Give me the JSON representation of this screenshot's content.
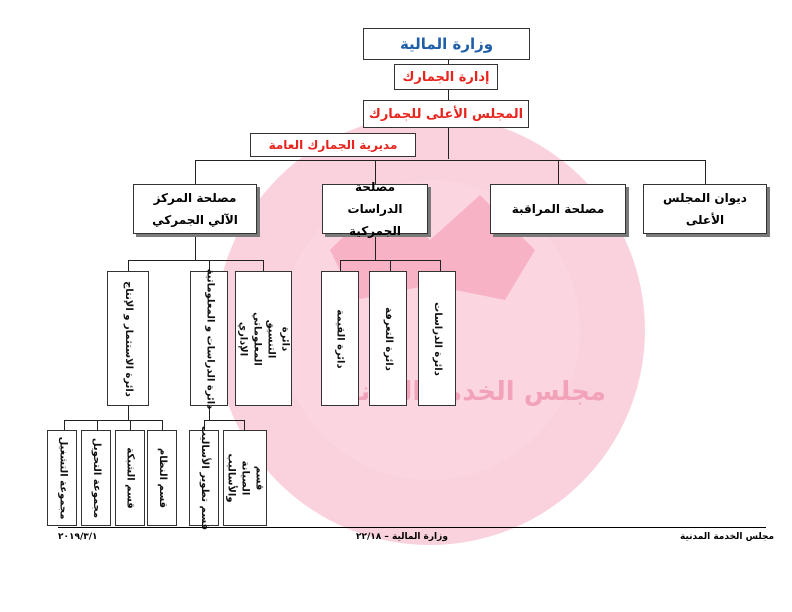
{
  "watermark": {
    "text": "مجلس الخدمة المدنية",
    "color": "#f6b7c8"
  },
  "chart": {
    "ministry": "وزارة المالية",
    "administration": "إدارة الجمارك",
    "council": "المجلس الأعلى للجمارك",
    "directorate": "مديرية الجمارك العامة",
    "departments": [
      "مصلحة المركز الآلي الجمركي",
      "مصلحة الدراسات الجمركية",
      "مصلحة المراقبة",
      "ديوان المجلس الأعلى"
    ],
    "divisions": [
      "دائرة الاستثمار و الإنتاج",
      "دائرة الدراسات و المعلوماتية",
      "دائرة التنسيق المعلوماتي الإداري",
      "دائرة القيمة",
      "دائرة التعرفة",
      "دائرة الدراسات"
    ],
    "sections": [
      "مجموعة التشغيل",
      "مجموعة التحويل",
      "قسم الشبكة",
      "قسم النظام",
      "قسم تطوير الأساليب",
      "قسم الصيانة والأساليب"
    ]
  },
  "footer": {
    "left": "٢٠١٩/٣/١",
    "center": "وزارة المالية – ٢٢/١٨",
    "right": "مجلس الخدمة المدنية"
  },
  "colors": {
    "accent_red": "#e8241c",
    "ministry_blue": "#1f5fa8"
  }
}
